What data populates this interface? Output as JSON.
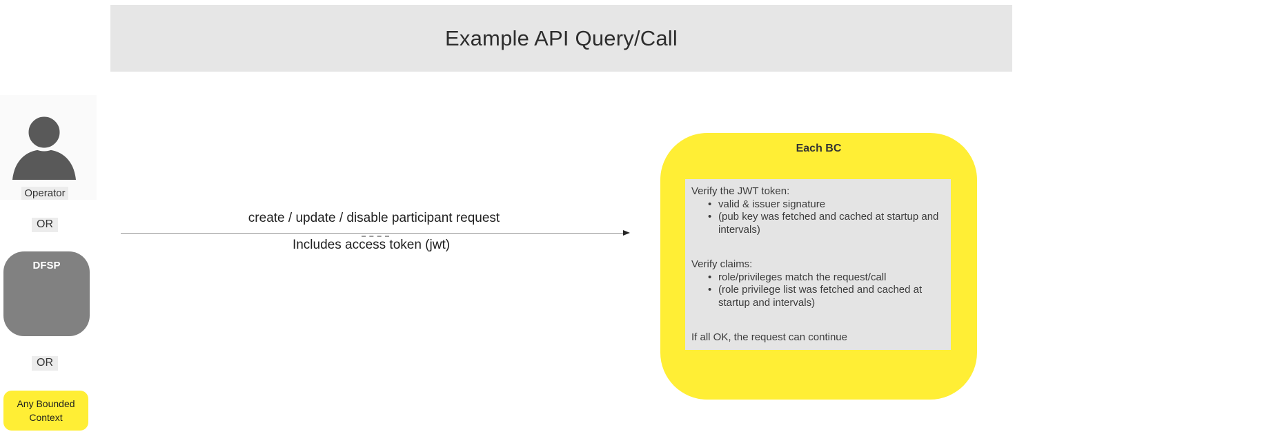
{
  "title": "Example API Query/Call",
  "actors": {
    "operator_label": "Operator",
    "or_top": "OR",
    "dfsp_label": "DFSP",
    "or_bottom": "OR",
    "any_bounded_context_label": "Any Bounded\nContext"
  },
  "message": {
    "request_label": "create / update / disable participant request",
    "token_label": "Includes access token (jwt)"
  },
  "each_bc": {
    "title": "Each BC",
    "note": {
      "jwt_heading": "Verify the JWT token:",
      "jwt_bullets": [
        "valid & issuer signature",
        "(pub key was fetched and cached at startup and intervals)"
      ],
      "claims_heading": "Verify claims:",
      "claims_bullets": [
        "role/privileges match the request/call",
        "(role privilege list was fetched and cached at startup and intervals)"
      ],
      "footer": "If all OK, the request can continue"
    }
  },
  "colors": {
    "title_bar_bg": "#e6e6e6",
    "accent_yellow": "#ffee35",
    "shape_gray": "#818181",
    "note_bg": "#e4e4e4",
    "person_icon": "#595959",
    "arrow_line": "#8f8f8f"
  }
}
